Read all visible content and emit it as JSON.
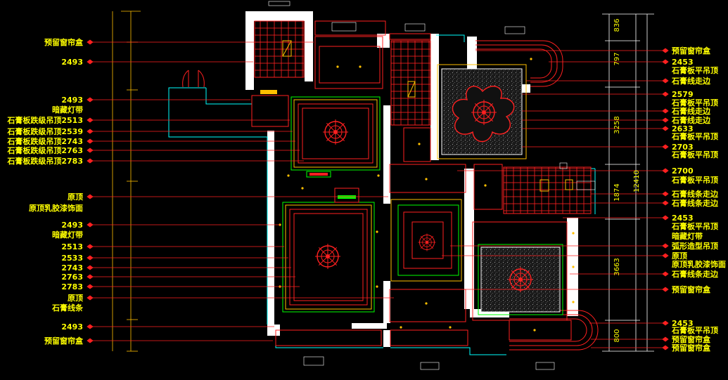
{
  "colors": {
    "background": "#000000",
    "wall": "#ffffff",
    "ceiling_line": "#ff2020",
    "label_text": "#ffff00",
    "leader": "#ff2020",
    "ceiling_edge": "#00ff00",
    "cyan_line": "#00ffff",
    "gold_line": "#ffc000"
  },
  "left_labels": [
    {
      "text": "预留窗帘盒"
    },
    {
      "text": "2493"
    },
    {
      "text": "2493"
    },
    {
      "text": "暗藏灯带"
    },
    {
      "text": "石膏板跌级吊顶2513"
    },
    {
      "text": "石膏板跌级吊顶2539"
    },
    {
      "text": "石膏板跌级吊顶2743"
    },
    {
      "text": "石膏板跌级吊顶2763"
    },
    {
      "text": "石膏板跌级吊顶2783"
    },
    {
      "text": "原顶"
    },
    {
      "text": "原顶乳胶漆饰面"
    },
    {
      "text": "2493"
    },
    {
      "text": "暗藏灯带"
    },
    {
      "text": "2513"
    },
    {
      "text": "2533"
    },
    {
      "text": "2743"
    },
    {
      "text": "2763"
    },
    {
      "text": "2783"
    },
    {
      "text": "原顶"
    },
    {
      "text": "石膏线条"
    },
    {
      "text": "2493"
    },
    {
      "text": "预留窗帘盒"
    }
  ],
  "right_labels": [
    {
      "text": "预留窗帘盒"
    },
    {
      "text": "2453"
    },
    {
      "text": "石膏板平吊顶"
    },
    {
      "text": "石膏线走边"
    },
    {
      "text": "2579"
    },
    {
      "text": "石膏板平吊顶"
    },
    {
      "text": "石膏线走边"
    },
    {
      "text": "石膏线走边"
    },
    {
      "text": "2633"
    },
    {
      "text": "石膏板平吊顶"
    },
    {
      "text": "2703"
    },
    {
      "text": "石膏板平吊顶"
    },
    {
      "text": "2700"
    },
    {
      "text": "石膏板平吊顶"
    },
    {
      "text": "石膏线条走边"
    },
    {
      "text": "石膏线条走边"
    },
    {
      "text": "2453"
    },
    {
      "text": "石膏板平吊顶"
    },
    {
      "text": "暗藏灯带"
    },
    {
      "text": "弧形造型吊顶"
    },
    {
      "text": "原顶"
    },
    {
      "text": "原顶乳胶漆饰面"
    },
    {
      "text": "石膏线条走边"
    },
    {
      "text": "预留窗帘盒"
    },
    {
      "text": "2453"
    },
    {
      "text": "石膏板平吊顶"
    },
    {
      "text": "预留窗帘盒"
    },
    {
      "text": "预留窗帘盒"
    }
  ],
  "right_dimensions": [
    {
      "text": "836"
    },
    {
      "text": "797"
    },
    {
      "text": "3258"
    },
    {
      "text": "1874"
    },
    {
      "text": "12410"
    },
    {
      "text": "3663"
    },
    {
      "text": "800"
    }
  ]
}
